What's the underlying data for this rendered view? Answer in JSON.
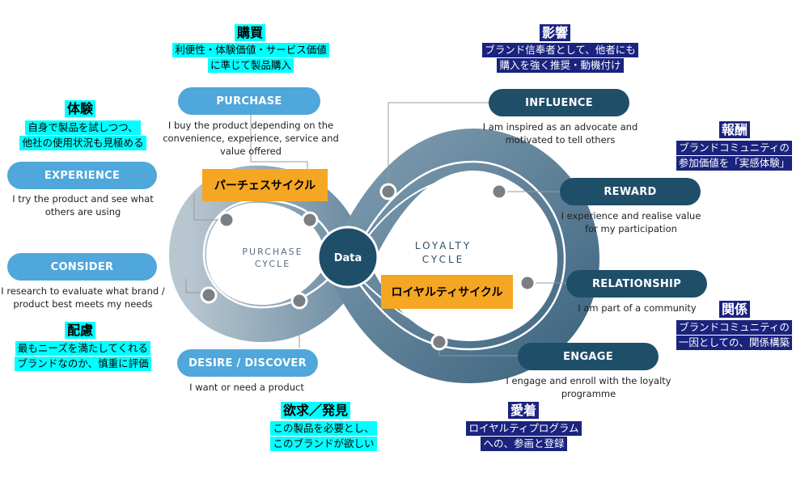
{
  "center": {
    "label": "Data"
  },
  "purchase_cycle_label": [
    "PURCHASE",
    "CYCLE"
  ],
  "loyalty_cycle_label": [
    "LOYALTY",
    "CYCLE"
  ],
  "orange_labels": {
    "purchase": "パーチェスサイクル",
    "loyalty": "ロイヤルティサイクル"
  },
  "stages": {
    "purchase": {
      "label": "PURCHASE",
      "desc": [
        "I buy the product depending on the",
        "convenience, experience, service and",
        "value offered"
      ]
    },
    "experience": {
      "label": "EXPERIENCE",
      "desc": [
        "I try the product and see what",
        "others are using"
      ]
    },
    "consider": {
      "label": "CONSIDER",
      "desc": [
        "I research to evaluate what brand /",
        "product best meets my needs"
      ]
    },
    "desire": {
      "label": "DESIRE / DISCOVER",
      "desc": [
        "I want or need a product"
      ]
    },
    "influence": {
      "label": "INFLUENCE",
      "desc": [
        "I am inspired as an advocate and",
        "motivated to tell others"
      ]
    },
    "reward": {
      "label": "REWARD",
      "desc": [
        "I experience and realise value",
        "for my participation"
      ]
    },
    "relationship": {
      "label": "RELATIONSHIP",
      "desc": [
        "I am part of a community"
      ]
    },
    "engage": {
      "label": "ENGAGE",
      "desc": [
        "I engage and enroll with the loyalty",
        "programme"
      ]
    }
  },
  "jp": {
    "purchase": {
      "title": "購買",
      "lines": [
        "利便性・体験価値・サービス価値",
        "に準じて製品購入"
      ]
    },
    "experience": {
      "title": "体験",
      "lines": [
        "自身で製品を試しつつ、",
        "他社の使用状況も見極める"
      ]
    },
    "consider": {
      "title": "配慮",
      "lines": [
        "最もニーズを満たしてくれる",
        "ブランドなのか、慎重に評価"
      ]
    },
    "desire": {
      "title": "欲求／発見",
      "lines": [
        "この製品を必要とし、",
        "このブランドが欲しい"
      ]
    },
    "influence": {
      "title": "影響",
      "lines": [
        "ブランド信奉者として、他者にも",
        "購入を強く推奨・動機付け"
      ]
    },
    "reward": {
      "title": "報酬",
      "lines": [
        "ブランドコミュニティの",
        "参加価値を「実感体験」"
      ]
    },
    "relationship": {
      "title": "関係",
      "lines": [
        "ブランドコミュニティの",
        "一因としての、関係構築"
      ]
    },
    "engage": {
      "title": "愛着",
      "lines": [
        "ロイヤルティプログラム",
        "への、参画と登録"
      ]
    }
  },
  "colors": {
    "light_pill": "#4fa7db",
    "dark_pill": "#1f4e69",
    "cyan": "#00ffff",
    "navy": "#1a237e",
    "orange": "#f5a623"
  }
}
